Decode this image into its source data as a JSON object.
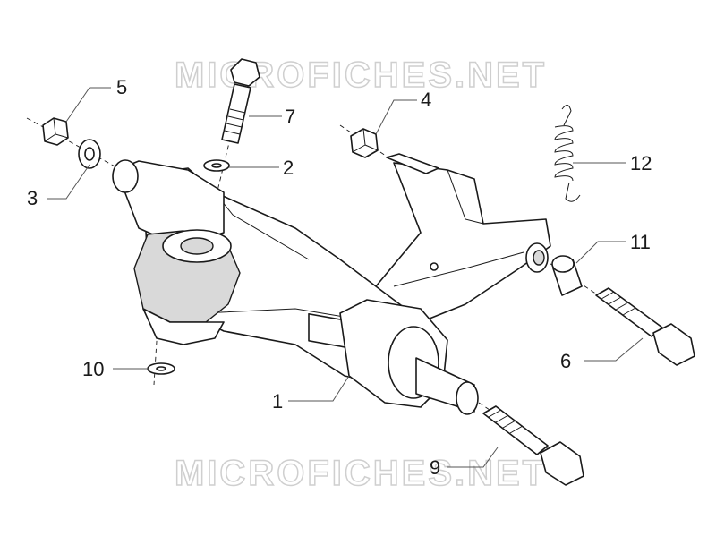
{
  "watermark_text": "MICROFICHES.NET",
  "callouts": {
    "c1": "1",
    "c2": "2",
    "c3": "3",
    "c4": "4",
    "c5": "5",
    "c6": "6",
    "c7": "7",
    "c9": "9",
    "c10": "10",
    "c11": "11",
    "c12": "12"
  }
}
